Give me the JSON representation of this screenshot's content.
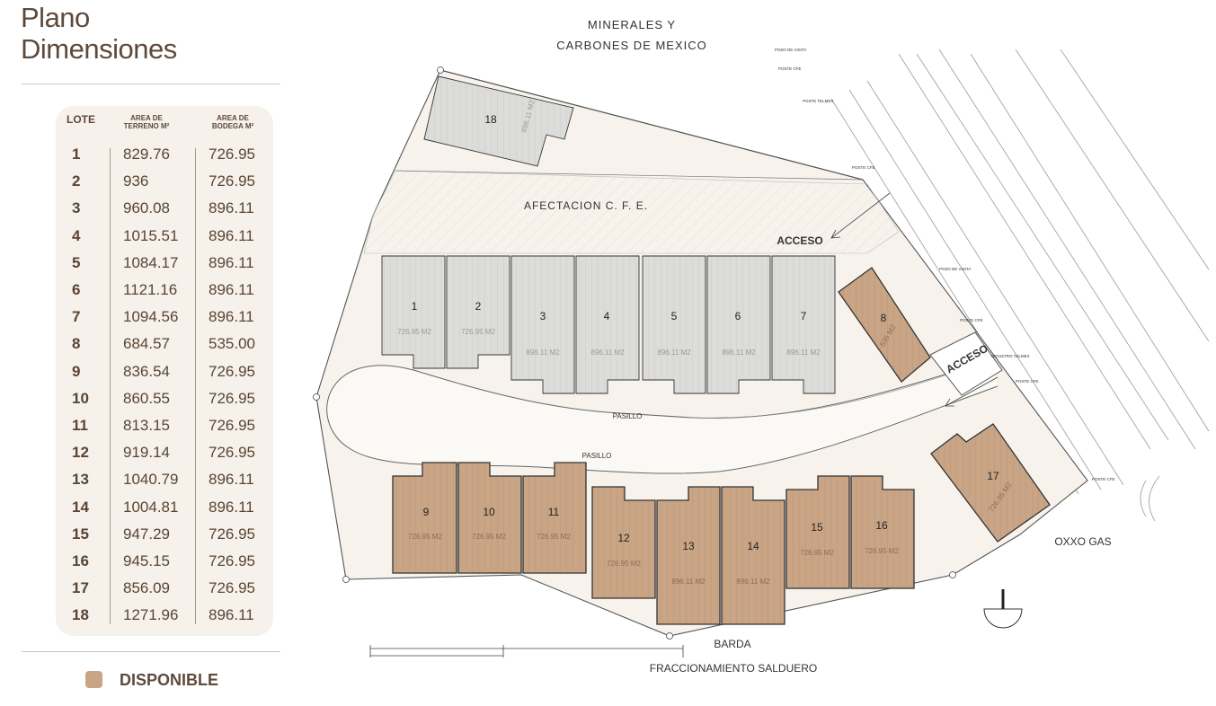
{
  "header": {
    "title_line1": "Plano",
    "title_line2": "Dimensiones"
  },
  "table": {
    "col_lote": "LOTE",
    "col_terreno": [
      "AREA DE",
      "TERRENO M²"
    ],
    "col_bodega": [
      "AREA DE",
      "BODEGA M²"
    ],
    "rows": [
      {
        "lote": "1",
        "terreno": "829.76",
        "bodega": "726.95"
      },
      {
        "lote": "2",
        "terreno": "936",
        "bodega": "726.95"
      },
      {
        "lote": "3",
        "terreno": "960.08",
        "bodega": "896.11"
      },
      {
        "lote": "4",
        "terreno": "1015.51",
        "bodega": "896.11"
      },
      {
        "lote": "5",
        "terreno": "1084.17",
        "bodega": "896.11"
      },
      {
        "lote": "6",
        "terreno": "1121.16",
        "bodega": "896.11"
      },
      {
        "lote": "7",
        "terreno": "1094.56",
        "bodega": "896.11"
      },
      {
        "lote": "8",
        "terreno": "684.57",
        "bodega": "535.00"
      },
      {
        "lote": "9",
        "terreno": "836.54",
        "bodega": "726.95"
      },
      {
        "lote": "10",
        "terreno": "860.55",
        "bodega": "726.95"
      },
      {
        "lote": "11",
        "terreno": "813.15",
        "bodega": "726.95"
      },
      {
        "lote": "12",
        "terreno": "919.14",
        "bodega": "726.95"
      },
      {
        "lote": "13",
        "terreno": "1040.79",
        "bodega": "896.11"
      },
      {
        "lote": "14",
        "terreno": "1004.81",
        "bodega": "896.11"
      },
      {
        "lote": "15",
        "terreno": "947.29",
        "bodega": "726.95"
      },
      {
        "lote": "16",
        "terreno": "945.15",
        "bodega": "726.95"
      },
      {
        "lote": "17",
        "terreno": "856.09",
        "bodega": "726.95"
      },
      {
        "lote": "18",
        "terreno": "1271.96",
        "bodega": "896.11"
      }
    ]
  },
  "legend": {
    "label": "DISPONIBLE",
    "color": "#c9a586"
  },
  "colors": {
    "available": "#c9a586",
    "unavailable": "#dcdcda",
    "ground": "#f7f3ec",
    "line": "#3a3a3a"
  },
  "plan": {
    "neighbor_north": [
      "MINERALES Y",
      "CARBONES DE MEXICO"
    ],
    "cfe_zone": "AFECTACION C. F. E.",
    "access_top": "ACCESO",
    "access_side": "ACCESO",
    "corridor_1": "PASILLO",
    "corridor_2": "PASILLO",
    "neighbor_east": "OXXO GAS",
    "wall": "BARDA",
    "neighbor_south": "FRACCIONAMIENTO SALDUERO",
    "notes": {
      "pozo1": "POZO DE VISITA",
      "poste_cfe1": "POSTE CFE",
      "poste_telmex": "POSTE TELMEX",
      "poste_cfe2": "POSTE CFE",
      "pozo2": "POZO DE VISITA",
      "poste_cfe3": "POSTE CFE",
      "registro_telmex": "REGISTRO TELMEX",
      "poste_cfe4": "POSTE CFE",
      "poste_cfe5": "POSTE CFE"
    },
    "lots": [
      {
        "n": "1",
        "status": "unavailable",
        "area": "726.95 M2"
      },
      {
        "n": "2",
        "status": "unavailable",
        "area": "726.95 M2"
      },
      {
        "n": "3",
        "status": "unavailable",
        "area": "896.11 M2"
      },
      {
        "n": "4",
        "status": "unavailable",
        "area": "896.11 M2"
      },
      {
        "n": "5",
        "status": "unavailable",
        "area": "896.11 M2"
      },
      {
        "n": "6",
        "status": "unavailable",
        "area": "896.11 M2"
      },
      {
        "n": "7",
        "status": "unavailable",
        "area": "896.11 M2"
      },
      {
        "n": "8",
        "status": "available",
        "area": "535 M2"
      },
      {
        "n": "9",
        "status": "available",
        "area": "726.95 M2"
      },
      {
        "n": "10",
        "status": "available",
        "area": "726.95 M2"
      },
      {
        "n": "11",
        "status": "available",
        "area": "726.95 M2"
      },
      {
        "n": "12",
        "status": "available",
        "area": "726.95 M2"
      },
      {
        "n": "13",
        "status": "available",
        "area": "896.11 M2"
      },
      {
        "n": "14",
        "status": "available",
        "area": "896.11 M2"
      },
      {
        "n": "15",
        "status": "available",
        "area": "726.95 M2"
      },
      {
        "n": "16",
        "status": "available",
        "area": "726.95 M2"
      },
      {
        "n": "17",
        "status": "available",
        "area": "726.95 M2"
      },
      {
        "n": "18",
        "status": "unavailable",
        "area": "896.11 M2"
      }
    ]
  }
}
